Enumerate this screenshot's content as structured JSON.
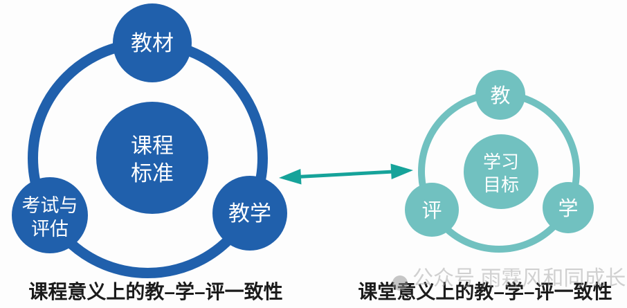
{
  "left_diagram": {
    "color": "#2060AC",
    "center_line1": "课程",
    "center_line2": "标准",
    "node_top": "教材",
    "node_left_line1": "考试与",
    "node_left_line2": "评估",
    "node_right": "教学",
    "caption": "课程意义上的教–学–评一致性"
  },
  "right_diagram": {
    "color": "#71C1C0",
    "center_line1": "学习",
    "center_line2": "目标",
    "node_top": "教",
    "node_left": "评",
    "node_right": "学",
    "caption": "课堂意义上的教–学–评一致性"
  },
  "arrow": {
    "type": "double-headed",
    "color": "#16A39A"
  },
  "watermark": {
    "text": "公众号 雨霖风和同成长",
    "color": "#9A9A9A",
    "avatar_color": "#8F8F8F"
  }
}
